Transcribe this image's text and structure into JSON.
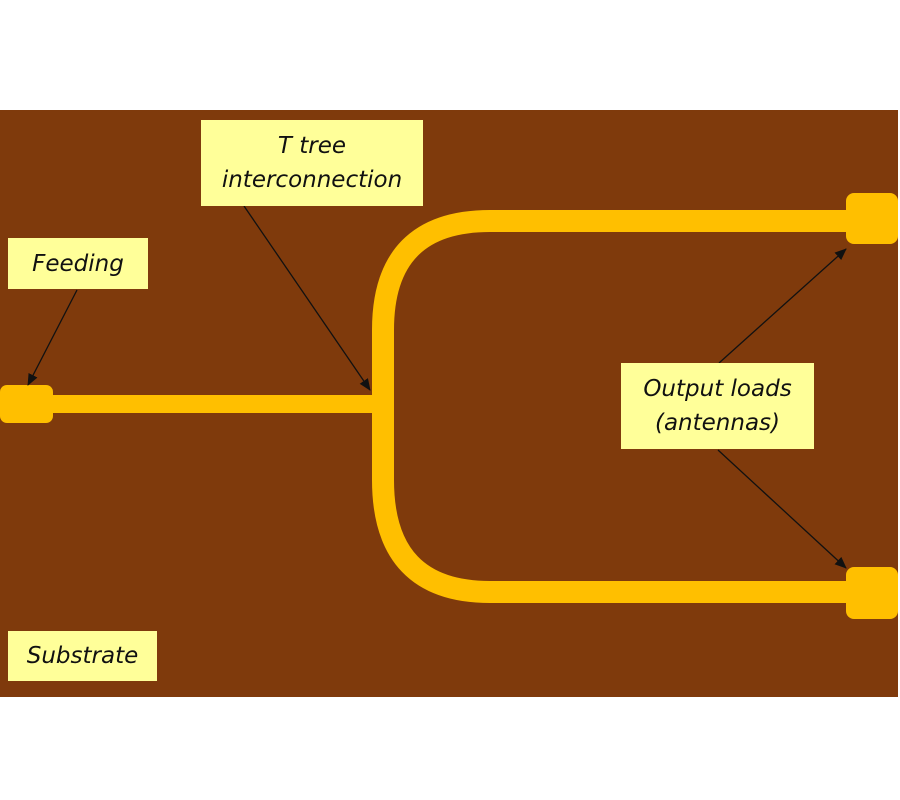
{
  "diagram": {
    "title": "T-tree interconnection layout on substrate",
    "colors": {
      "substrate": "#7f3a0c",
      "trace": "#ffbf00",
      "label_bg": "#ffff99",
      "arrow": "#111111"
    },
    "labels": {
      "feeding": "Feeding",
      "t_tree_line1": "T tree",
      "t_tree_line2": "interconnection",
      "output_line1": "Output loads",
      "output_line2": "(antennas)",
      "substrate": "Substrate"
    },
    "components": [
      "feeding-port",
      "t-junction",
      "output-load-top",
      "output-load-bottom"
    ]
  }
}
